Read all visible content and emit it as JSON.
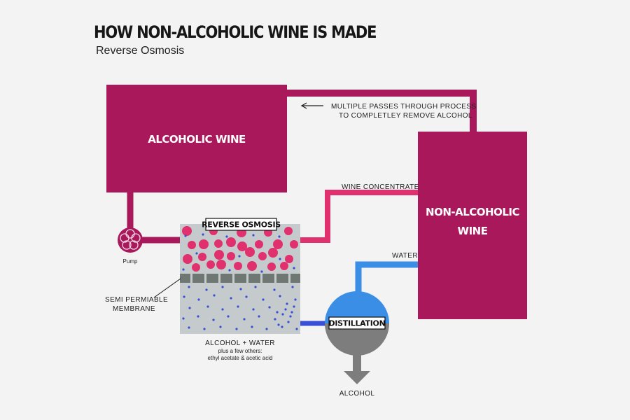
{
  "header": {
    "title": "HOW NON-ALCOHOLIC WINE IS MADE",
    "subtitle": "Reverse Osmosis"
  },
  "labels": {
    "alcoholic_wine": "ALCOHOLIC WINE",
    "non_alcoholic_line1": "NON-ALCOHOLIC",
    "non_alcoholic_line2": "WINE",
    "passes_line1": "MULTIPLE PASSES THROUGH PROCESS",
    "passes_line2": "TO COMPLETLEY REMOVE ALCOHOL",
    "wine_concentrate": "WINE CONCENTRATE",
    "water": "WATER",
    "pump": "Pump",
    "reverse_osmosis": "REVERSE OSMOSIS",
    "membrane_line1": "SEMI PERMIABLE",
    "membrane_line2": "MEMBRANE",
    "alcohol_water": "ALCOHOL + WATER",
    "others_line1": "plus a few others:",
    "others_line2": "ethyl acetate & acetic acid",
    "distillation": "DISTILLATION",
    "alcohol": "ALCOHOL"
  },
  "colors": {
    "wine": "#a8185b",
    "concentrate": "#e0306e",
    "water": "#3a8ee6",
    "molecule_blue": "#3a4fd8",
    "membrane": "#6f7772",
    "chamber": "#c5cbcc",
    "gray": "#7d7d7d"
  }
}
